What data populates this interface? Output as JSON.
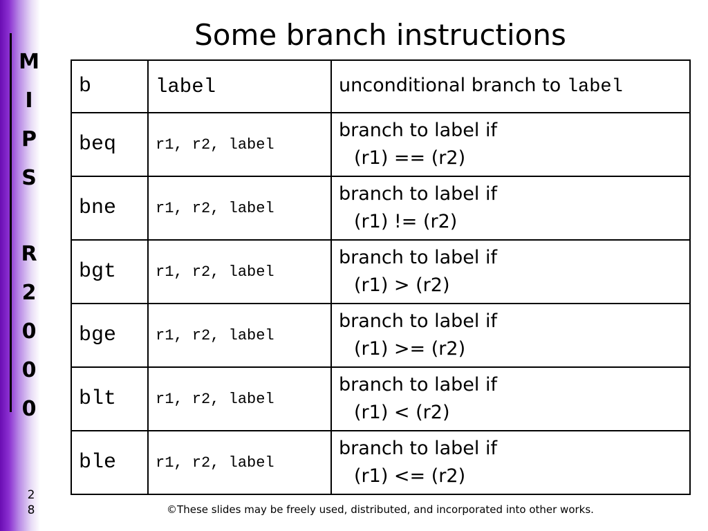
{
  "title": "Some branch instructions",
  "side": {
    "letters": [
      "M",
      "I",
      "P",
      "S",
      "R",
      "2",
      "0",
      "0",
      "0"
    ],
    "slide_number_digits": [
      "2",
      "8"
    ],
    "band_colors": [
      "#6a0db3",
      "#b98be6",
      "#ffffff"
    ]
  },
  "table": {
    "first": {
      "op": "b",
      "args": "label",
      "desc_prefix": "unconditional branch to ",
      "desc_mono": "label"
    },
    "rows": [
      {
        "op": "beq",
        "args": "r1, r2, label",
        "desc_line1": "branch to label if",
        "desc_line2": "(r1) == (r2)"
      },
      {
        "op": "bne",
        "args": "r1, r2, label",
        "desc_line1": "branch to label if",
        "desc_line2": "(r1) != (r2)"
      },
      {
        "op": "bgt",
        "args": "r1, r2, label",
        "desc_line1": "branch to label if",
        "desc_line2": "(r1) > (r2)"
      },
      {
        "op": "bge",
        "args": "r1, r2, label",
        "desc_line1": "branch to label if",
        "desc_line2": "(r1) >= (r2)"
      },
      {
        "op": "blt",
        "args": "r1, r2, label",
        "desc_line1": "branch to label if",
        "desc_line2": "(r1) < (r2)"
      },
      {
        "op": "ble",
        "args": "r1, r2, label",
        "desc_line1": "branch to label if",
        "desc_line2": "(r1) <= (r2)"
      }
    ]
  },
  "footer": "©These slides may be freely used, distributed, and incorporated into other works."
}
